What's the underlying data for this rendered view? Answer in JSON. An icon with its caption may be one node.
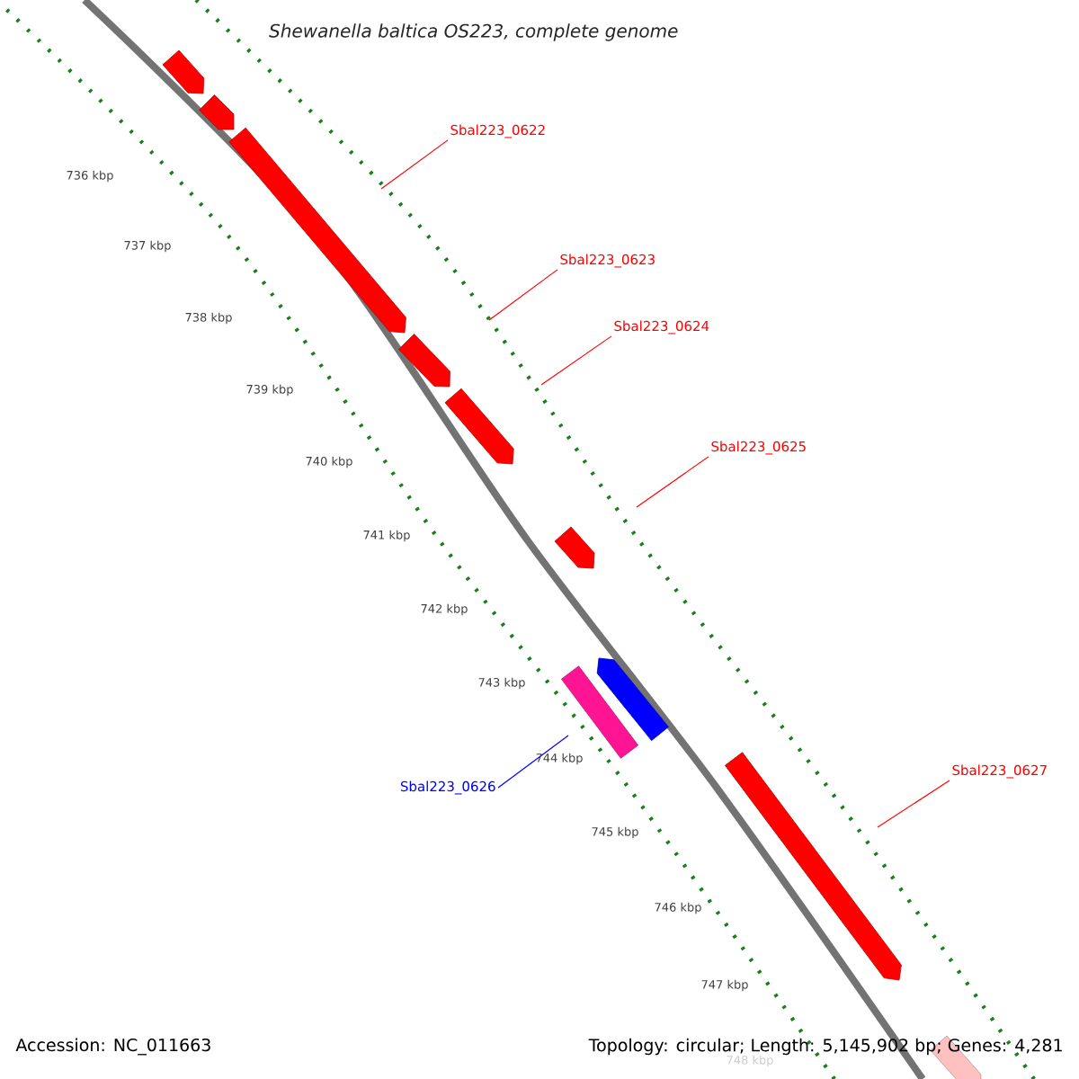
{
  "diagram": {
    "title": "Shewanella baltica OS223, complete genome",
    "nodes": [
      {
        "text": [
          "Sbal223_0622"
        ]
      },
      {
        "text": [
          "Sbal223_0623"
        ]
      },
      {
        "text": [
          "Sbal223_0624"
        ]
      },
      {
        "text": [
          "Sbal223_0625"
        ]
      },
      {
        "text": [
          "Sbal223_0626"
        ]
      },
      {
        "text": [
          "Sbal223_0627"
        ]
      }
    ],
    "edges": [
      {
        "from": 0,
        "to": null,
        "arrow": "none"
      },
      {
        "from": 1,
        "to": null,
        "arrow": "none"
      },
      {
        "from": 2,
        "to": null,
        "arrow": "none"
      },
      {
        "from": 3,
        "to": null,
        "arrow": "none"
      },
      {
        "from": 4,
        "to": null,
        "arrow": "none",
        "color": "#0000ff"
      },
      {
        "from": 5,
        "to": null,
        "arrow": "none"
      }
    ],
    "labels": [
      "736 kbp",
      "737 kbp",
      "738 kbp",
      "739 kbp",
      "740 kbp",
      "741 kbp",
      "742 kbp",
      "743 kbp",
      "744 kbp",
      "745 kbp",
      "746 kbp",
      "747 kbp",
      "748 kbp",
      "Accession: NC_011663",
      "Topology: circular; Length: 5,145,902 bp; Genes: 4,281"
    ]
  }
}
